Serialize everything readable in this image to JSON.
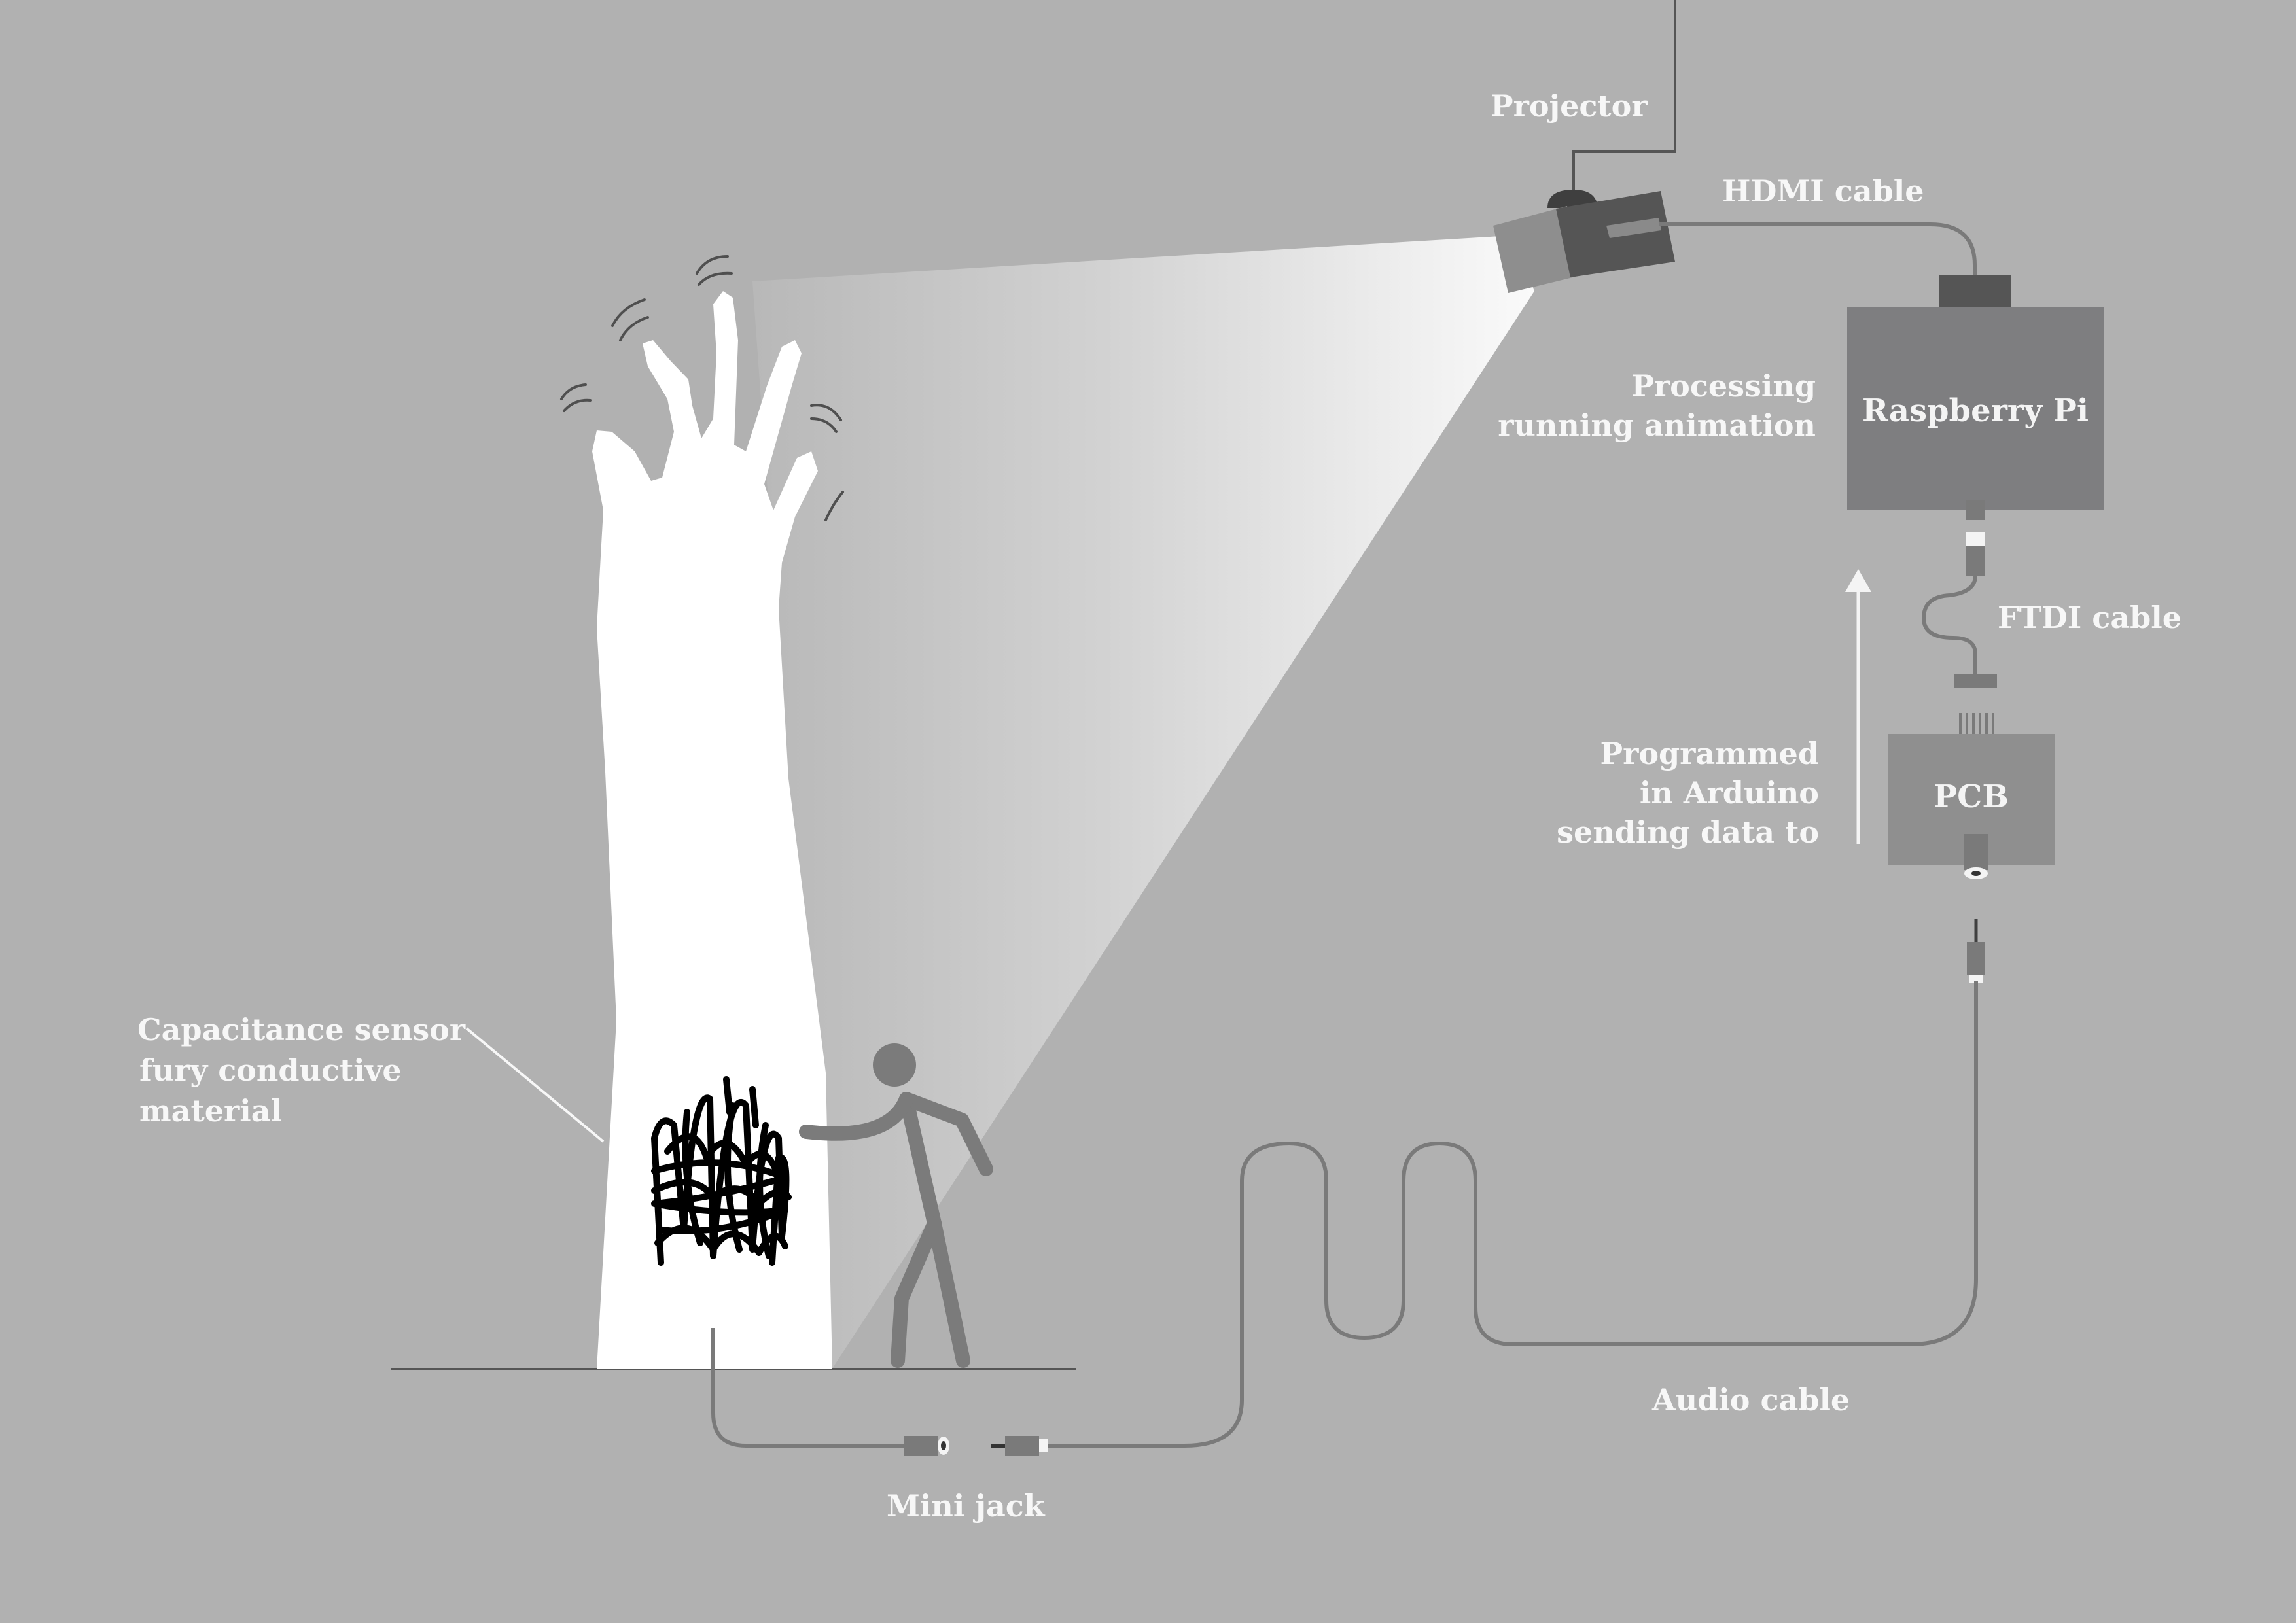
{
  "colors": {
    "background": "#b1b1b1",
    "label_text": "#f7f7f7",
    "cable": "#7a7a7a",
    "device_dark": "#555555",
    "device_mid": "#7e7e80",
    "device_light": "#8f8f8f",
    "arm": "#ffffff",
    "sensor_material": "#000000"
  },
  "labels": {
    "projector": "Projector",
    "hdmi_cable": "HDMI cable",
    "processing": [
      "Processing",
      "running animation"
    ],
    "raspberry_pi": "Raspberry Pi",
    "ftdi_cable": "FTDI cable",
    "programmed": [
      "Programmed",
      "in Arduino",
      "sending data to"
    ],
    "pcb": "PCB",
    "capacitance": [
      "Capacitance sensor",
      "fury conductive",
      "material"
    ],
    "audio_cable": "Audio cable",
    "mini_jack": "Mini jack"
  },
  "icons": [
    "projector-icon",
    "raspberry-pi-board",
    "pcb-board",
    "audio-jack-icon",
    "ftdi-connector-icon",
    "arm-sculpture",
    "person-figure",
    "up-arrow-icon"
  ]
}
